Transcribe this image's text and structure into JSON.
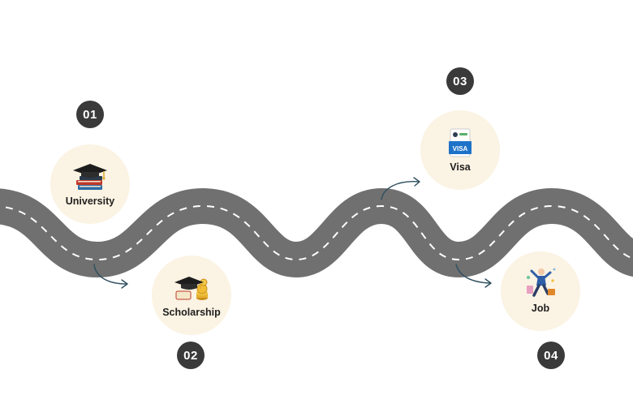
{
  "steps": [
    {
      "number": "01",
      "label": "University",
      "icon": "graduation-cap-books-icon"
    },
    {
      "number": "02",
      "label": "Scholarship",
      "icon": "cap-coins-icon"
    },
    {
      "number": "03",
      "label": "Visa",
      "icon": "visa-document-icon"
    },
    {
      "number": "04",
      "label": "Job",
      "icon": "celebrating-person-icon"
    }
  ],
  "colors": {
    "road": "#707070",
    "road_dash": "#ffffff",
    "badge": "#3a3a3a",
    "circle": "#fbf3e3",
    "arrow": "#2f4f5f"
  }
}
